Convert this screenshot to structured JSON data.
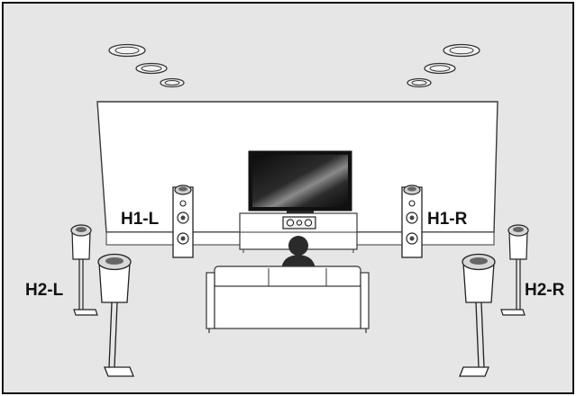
{
  "labels": {
    "h1_left": "H1-L",
    "h1_right": "H1-R",
    "h2_left": "H2-L",
    "h2_right": "H2-R"
  },
  "colors": {
    "background": "#e6e6e6",
    "border": "#111111",
    "outline": "#3a3a3a",
    "wall": "#ffffff",
    "screen_dark": "#111111",
    "screen_glare": "#777777",
    "listener": "#2a2a2a"
  },
  "icons": {
    "ceiling_speakers": "ceiling-speaker-icon",
    "front_speakers": "floor-tower-speaker-icon",
    "height_speakers": "stand-speaker-icon",
    "tv": "tv-icon",
    "center_speaker": "center-speaker-icon",
    "listener": "person-icon",
    "sofa": "sofa-icon"
  }
}
